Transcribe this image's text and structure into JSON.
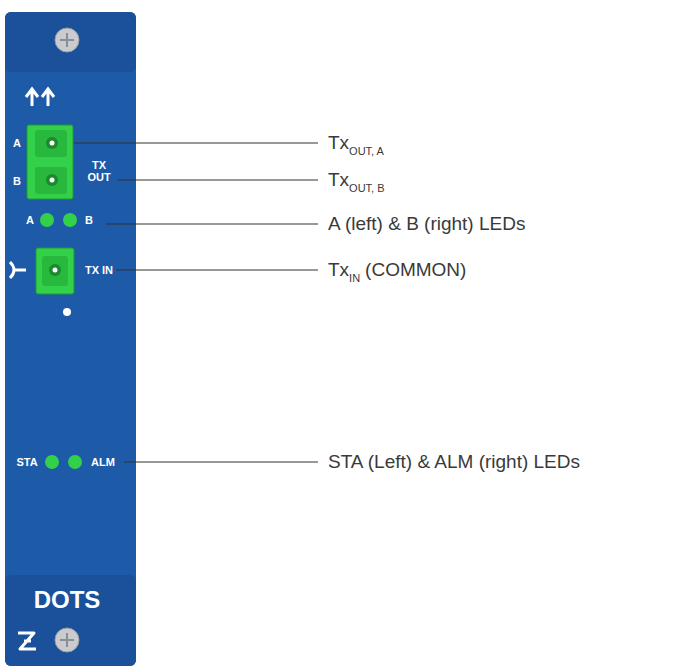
{
  "diagram": {
    "labels": [
      "A",
      "B",
      "TX OUT",
      "A",
      "B",
      "TX IN",
      "STA",
      "ALM",
      "DOTS",
      "Tx",
      "OUT, A",
      "Tx",
      "OUT, B",
      "A (left) & B (right) LEDs",
      "Tx",
      "IN",
      "(COMMON)",
      "STA (Left) & ALM (right) LEDs"
    ]
  }
}
